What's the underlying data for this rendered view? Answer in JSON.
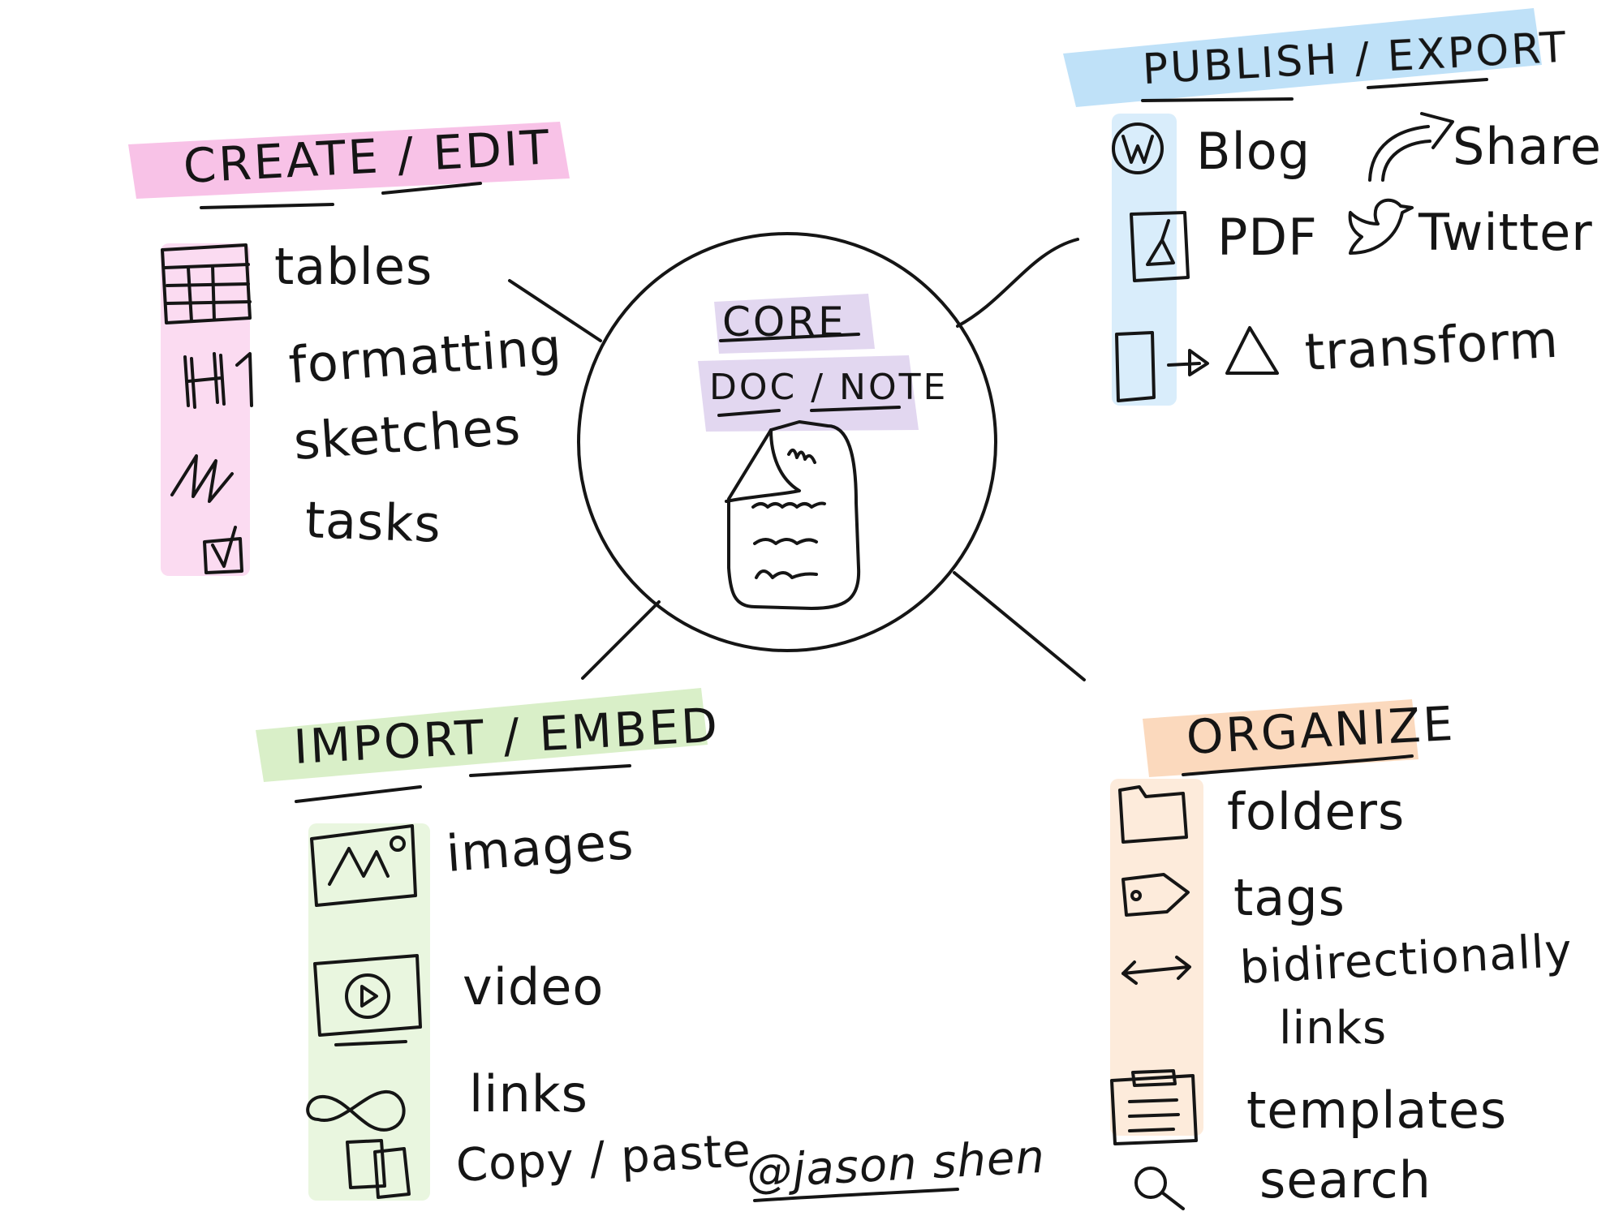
{
  "colors": {
    "ink": "#151515",
    "create_highlight": "#f7b8e3",
    "publish_highlight": "#b4dcf7",
    "core_highlight": "#ddd0ee",
    "import_highlight": "#d3ecbf",
    "organize_highlight": "#fbd3b1"
  },
  "core": {
    "title": "CORE",
    "subtitle": "DOC / NOTE",
    "icon": "document-icon"
  },
  "create_edit": {
    "heading": "CREATE / EDIT",
    "items": [
      {
        "label": "tables",
        "icon": "table-icon"
      },
      {
        "label": "formatting",
        "icon": "heading-h1-icon"
      },
      {
        "label": "sketches",
        "icon": "scribble-icon"
      },
      {
        "label": "tasks",
        "icon": "checkbox-icon"
      }
    ]
  },
  "publish_export": {
    "heading": "PUBLISH / EXPORT",
    "items": [
      {
        "label": "Blog",
        "icon": "wordpress-icon"
      },
      {
        "label": "Share",
        "icon": "share-arrow-icon"
      },
      {
        "label": "PDF",
        "icon": "pdf-icon"
      },
      {
        "label": "Twitter",
        "icon": "twitter-bird-icon"
      },
      {
        "label": "transform",
        "icon": "transform-icon"
      }
    ]
  },
  "import_embed": {
    "heading": "IMPORT / EMBED",
    "items": [
      {
        "label": "images",
        "icon": "image-icon"
      },
      {
        "label": "video",
        "icon": "video-icon"
      },
      {
        "label": "links",
        "icon": "link-icon"
      },
      {
        "label": "Copy / paste",
        "icon": "copy-paste-icon"
      }
    ]
  },
  "organize": {
    "heading": "ORGANIZE",
    "items": [
      {
        "label": "folders",
        "icon": "folder-icon"
      },
      {
        "label": "tags",
        "icon": "tag-icon"
      },
      {
        "label": "bidirectionally",
        "icon": "bidirectional-arrow-icon"
      },
      {
        "label": "links",
        "icon": ""
      },
      {
        "label": "templates",
        "icon": "template-icon"
      },
      {
        "label": "search",
        "icon": "search-icon"
      }
    ]
  },
  "signature": "@jason shen"
}
